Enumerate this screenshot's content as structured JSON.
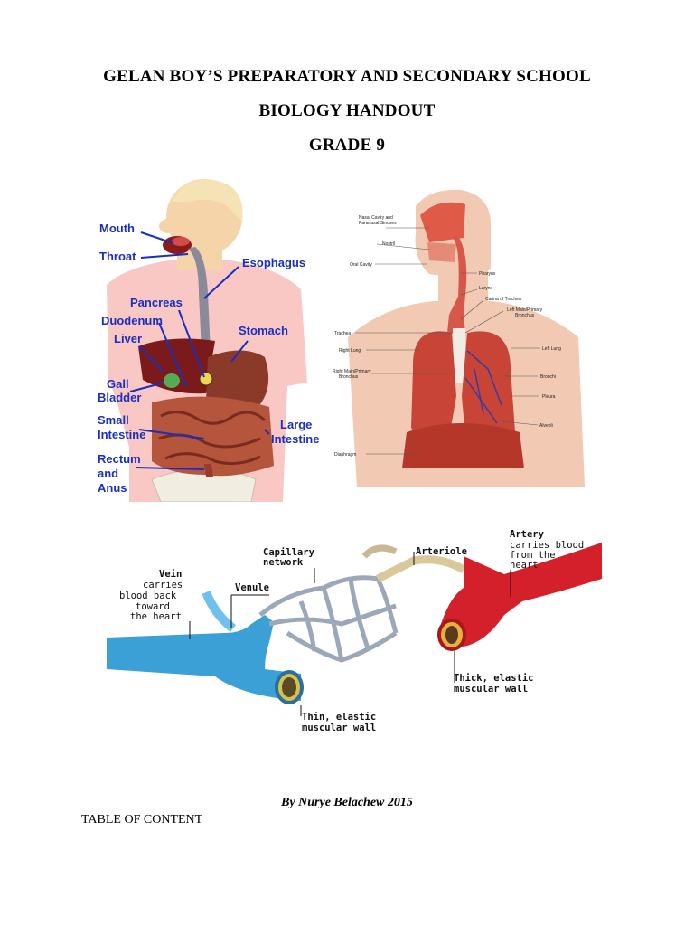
{
  "header": {
    "school": "GELAN  BOY’S PREPARATORY AND SECONDARY SCHOOL",
    "subject": "BIOLOGY HANDOUT",
    "grade": "GRADE 9"
  },
  "digestive": {
    "mouth": "Mouth",
    "throat": "Throat",
    "esophagus": "Esophagus",
    "pancreas": "Pancreas",
    "duodenum": "Duodenum",
    "liver": "Liver",
    "stomach": "Stomach",
    "gall_1": "Gall",
    "gall_2": "Bladder",
    "small_1": "Small",
    "small_2": "Intestine",
    "large_1": "Large",
    "large_2": "Intestine",
    "rectum_1": "Rectum",
    "rectum_2": "and",
    "rectum_3": "Anus"
  },
  "respiratory": {
    "nasal_1": "Nasal Cavity and",
    "nasal_2": "Paranasal Sinuses",
    "nostril": "Nostril",
    "oral": "Oral Cavity",
    "pharynx": "Pharynx",
    "larynx": "Larynx",
    "carina": "Carina of Trachea",
    "left_bronchus_1": "Left Main/Primary",
    "left_bronchus_2": "Bronchus",
    "trachea": "Trachea",
    "right_lung": "Right Lung",
    "left_lung": "Left Lung",
    "right_bronchus_1": "Right Main/Primary",
    "right_bronchus_2": "Bronchus",
    "bronchi": "Bronchi",
    "pleura": "Pleura",
    "alveoli": "Alveoli",
    "diaphragm": "Diaphragm"
  },
  "vessels": {
    "capillary_1": "Capillary",
    "capillary_2": "network",
    "arteriole": "Arteriole",
    "artery": "Artery",
    "artery_d1": "carries blood",
    "artery_d2": "from the",
    "artery_d3": "heart",
    "vein": "Vein",
    "vein_d1": "carries",
    "vein_d2": "blood back",
    "vein_d3": "toward",
    "vein_d4": "the heart",
    "venule": "Venule",
    "thick_1": "Thick, elastic",
    "thick_2": "muscular wall",
    "thin_1": "Thin, elastic",
    "thin_2": "muscular wall"
  },
  "footer": {
    "byline": "By Nurye Belachew 2015",
    "toc": "TABLE OF CONTENT"
  }
}
